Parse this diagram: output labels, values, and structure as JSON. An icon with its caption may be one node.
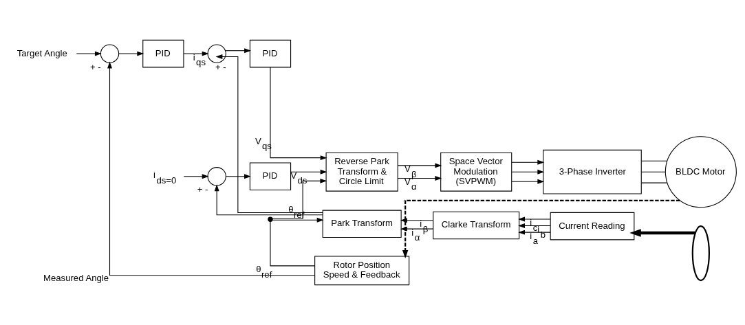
{
  "diagram": {
    "nodes": [
      {
        "text": [
          "Target Angle"
        ]
      },
      {
        "text": [],
        "shape": "circle",
        "beside": [
          "+",
          "-"
        ]
      },
      {
        "text": [
          "PID"
        ]
      },
      {
        "text": [],
        "shape": "circle",
        "beside": [
          "+",
          "-"
        ]
      },
      {
        "text": [],
        "shape": "circle",
        "beside": [
          "+",
          "-"
        ]
      },
      {
        "text": [
          "i$_{ds=0}$"
        ]
      },
      {
        "text": [
          "PID"
        ]
      },
      {
        "text": [
          "PID"
        ]
      },
      {
        "text": [
          "Reverse Park Transform & Circle Limit"
        ]
      },
      {
        "text": [
          "Space Vector Modulation (SVPWM)"
        ]
      },
      {
        "text": [
          "3-Phase Inverter"
        ]
      },
      {
        "text": [
          "BLDC Motor"
        ]
      },
      {
        "text": [],
        "shape": "ellipse"
      },
      {
        "text": [
          "Current Reading"
        ]
      },
      {
        "text": [
          "Clarke Transform"
        ]
      },
      {
        "text": [
          "Park Transform"
        ]
      },
      {
        "text": [
          "Rotor Position Speed & Feedback"
        ]
      },
      {
        "text": [],
        "shape": "dot"
      }
    ],
    "edges": [
      {
        "from": 0,
        "to": 1,
        "arrow": "to"
      },
      {
        "from": 1,
        "to": 2,
        "arrow": "to"
      },
      {
        "from": 2,
        "to": 3,
        "arrow": "to",
        "label": "i$_{qs}$"
      },
      {
        "from": 5,
        "to": 4,
        "arrow": "to"
      },
      {
        "from": 3,
        "to": 6,
        "arrow": "to"
      },
      {
        "from": 4,
        "to": 7,
        "arrow": "to"
      },
      {
        "from": 6,
        "to": 8,
        "arrow": "to",
        "label": "V$_{qs}$"
      },
      {
        "from": 7,
        "to": 8,
        "arrow": "to",
        "label": "V$_{ds}$"
      },
      {
        "from": 8,
        "to": 9,
        "arrow": "to",
        "label": "V$_{α}$"
      },
      {
        "from": 8,
        "to": 9,
        "arrow": "to",
        "label": "V$_{β}$"
      },
      {
        "from": 9,
        "to": 10,
        "arrow": "to"
      },
      {
        "from": 9,
        "to": 10,
        "arrow": "to"
      },
      {
        "from": 9,
        "to": 10,
        "arrow": "to"
      },
      {
        "from": 10,
        "to": 11,
        "arrow": "none"
      },
      {
        "from": 10,
        "to": 11,
        "arrow": "none"
      },
      {
        "from": 10,
        "to": 11,
        "arrow": "none"
      },
      {
        "from": 12,
        "to": 13,
        "arrow": "to",
        "style": "thick"
      },
      {
        "from": 13,
        "to": 14,
        "arrow": "to",
        "label": "i$_{a}$"
      },
      {
        "from": 13,
        "to": 14,
        "arrow": "to",
        "label": "i$_{b}$"
      },
      {
        "from": 13,
        "to": 14,
        "arrow": "to",
        "label": "i$_{c}$"
      },
      {
        "from": 14,
        "to": 15,
        "arrow": "to",
        "label": "i$_{α}$"
      },
      {
        "from": 14,
        "to": 15,
        "arrow": "to",
        "label": "i$_{β}$"
      },
      {
        "from": 15,
        "to": 3,
        "arrow": "to"
      },
      {
        "from": 15,
        "to": 4,
        "arrow": "to"
      },
      {
        "from": 11,
        "to": 16,
        "arrow": "to",
        "style": "dashed"
      },
      {
        "from": 16,
        "to": 1,
        "arrow": "to",
        "label": "Measured Angle"
      },
      {
        "from": 16,
        "to": 17,
        "arrow": "none",
        "label": "θ$_{ref}$"
      },
      {
        "from": 17,
        "to": 8,
        "arrow": "to",
        "label": "θ$_{ref}$"
      },
      {
        "from": 17,
        "to": 15,
        "arrow": "to"
      }
    ]
  }
}
